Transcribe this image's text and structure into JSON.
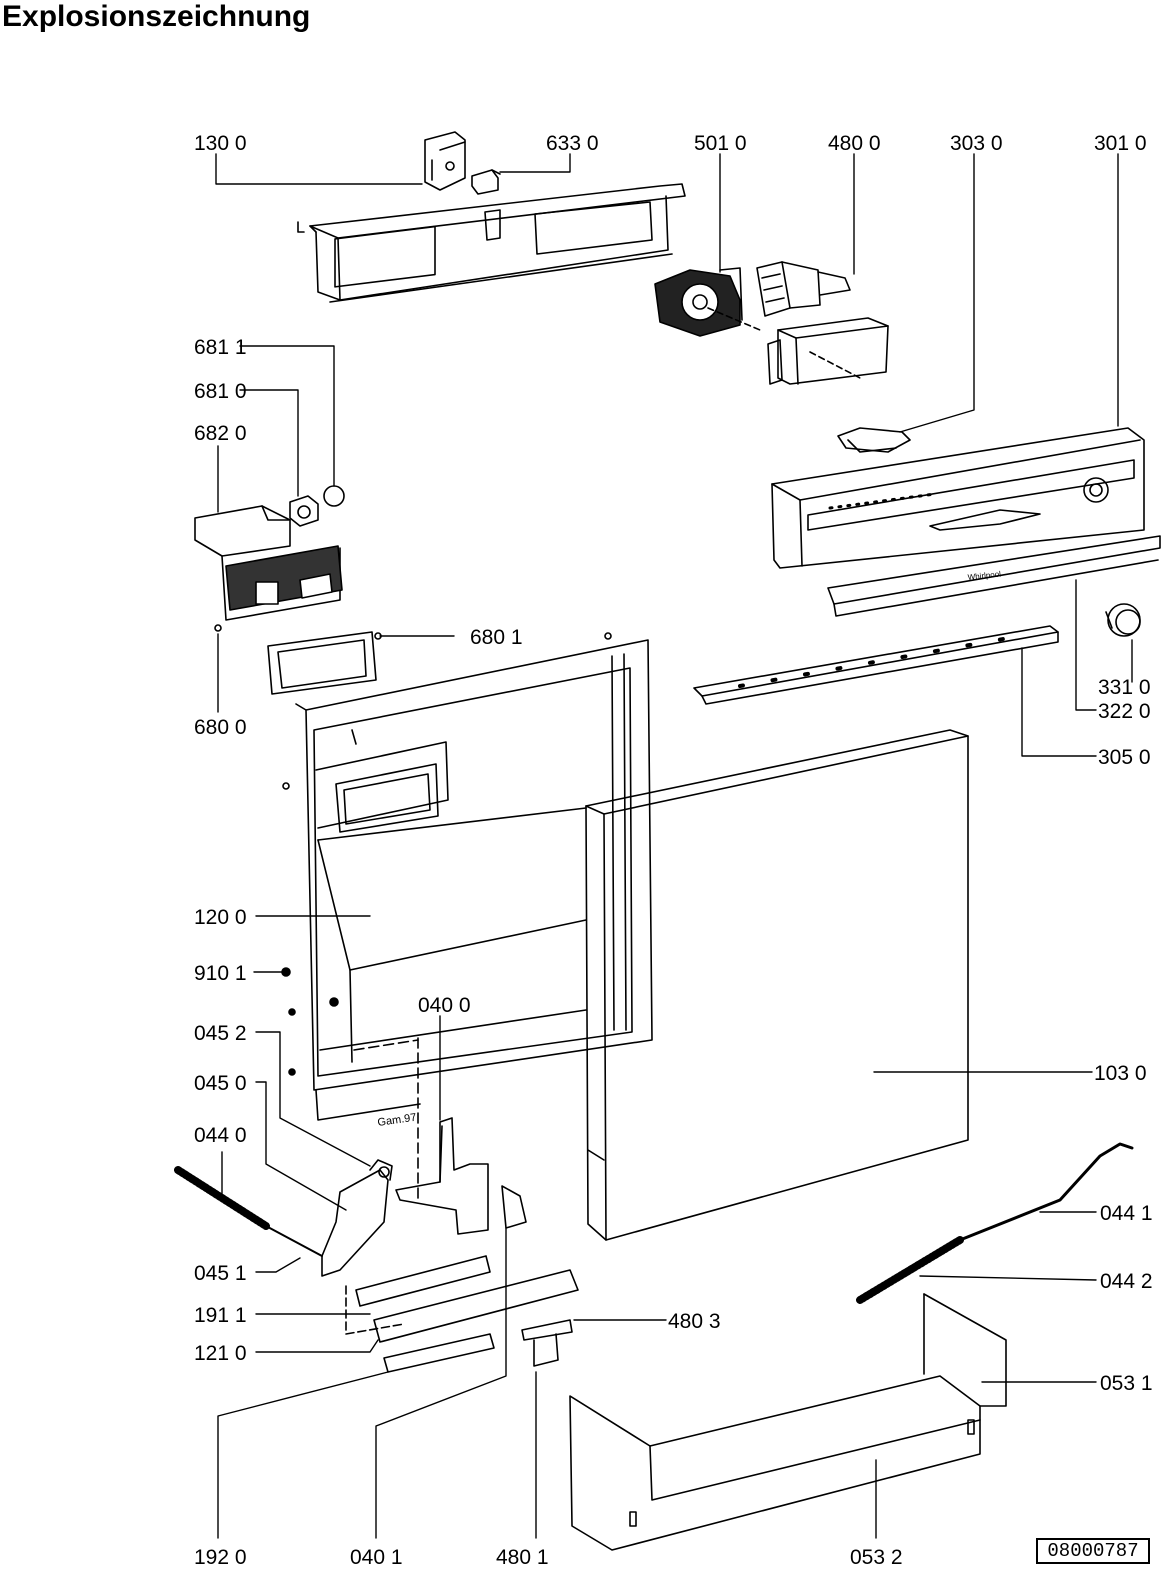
{
  "title": "Explosionszeichnung",
  "doc_number": "08000787",
  "part_labels": [
    {
      "id": "130-0",
      "text": "130 0"
    },
    {
      "id": "633-0",
      "text": "633 0"
    },
    {
      "id": "501-0",
      "text": "501 0"
    },
    {
      "id": "480-0",
      "text": "480 0"
    },
    {
      "id": "303-0",
      "text": "303 0"
    },
    {
      "id": "301-0",
      "text": "301 0"
    },
    {
      "id": "681-1",
      "text": "681 1"
    },
    {
      "id": "681-0",
      "text": "681 0"
    },
    {
      "id": "682-0",
      "text": "682 0"
    },
    {
      "id": "680-1",
      "text": "680 1"
    },
    {
      "id": "680-0",
      "text": "680 0"
    },
    {
      "id": "331-0",
      "text": "331 0"
    },
    {
      "id": "322-0",
      "text": "322 0"
    },
    {
      "id": "305-0",
      "text": "305 0"
    },
    {
      "id": "120-0",
      "text": "120 0"
    },
    {
      "id": "910-1",
      "text": "910 1"
    },
    {
      "id": "040-0",
      "text": "040 0"
    },
    {
      "id": "045-2",
      "text": "045 2"
    },
    {
      "id": "045-0",
      "text": "045 0"
    },
    {
      "id": "044-0",
      "text": "044 0"
    },
    {
      "id": "103-0",
      "text": "103 0"
    },
    {
      "id": "044-1",
      "text": "044 1"
    },
    {
      "id": "045-1",
      "text": "045 1"
    },
    {
      "id": "044-2",
      "text": "044 2"
    },
    {
      "id": "191-1",
      "text": "191 1"
    },
    {
      "id": "480-3",
      "text": "480 3"
    },
    {
      "id": "121-0",
      "text": "121 0"
    },
    {
      "id": "053-1",
      "text": "053 1"
    },
    {
      "id": "192-0",
      "text": "192 0"
    },
    {
      "id": "040-1",
      "text": "040 1"
    },
    {
      "id": "480-1",
      "text": "480 1"
    },
    {
      "id": "053-2",
      "text": "053 2"
    }
  ],
  "panel_annotation": "Gam.97",
  "brand_mark": "Whirlpool"
}
